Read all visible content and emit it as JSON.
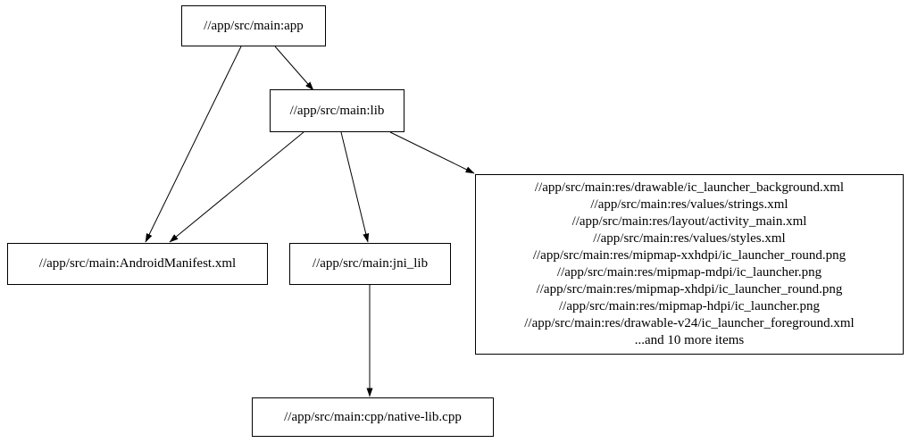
{
  "diagram": {
    "type": "dependency-graph",
    "background_color": "#ffffff",
    "node_border_color": "#000000",
    "text_color": "#000000",
    "edge_color": "#000000",
    "nodes": {
      "app": {
        "label": "//app/src/main:app"
      },
      "lib": {
        "label": "//app/src/main:lib"
      },
      "manifest": {
        "label": "//app/src/main:AndroidManifest.xml"
      },
      "jni_lib": {
        "label": "//app/src/main:jni_lib"
      },
      "native_cpp": {
        "label": "//app/src/main:cpp/native-lib.cpp"
      },
      "res_group": {
        "lines": [
          "//app/src/main:res/drawable/ic_launcher_background.xml",
          "//app/src/main:res/values/strings.xml",
          "//app/src/main:res/layout/activity_main.xml",
          "//app/src/main:res/values/styles.xml",
          "//app/src/main:res/mipmap-xxhdpi/ic_launcher_round.png",
          "//app/src/main:res/mipmap-mdpi/ic_launcher.png",
          "//app/src/main:res/mipmap-xhdpi/ic_launcher_round.png",
          "//app/src/main:res/mipmap-hdpi/ic_launcher.png",
          "//app/src/main:res/drawable-v24/ic_launcher_foreground.xml",
          "...and 10 more items"
        ]
      }
    },
    "edges": [
      {
        "from": "//app/src/main:app",
        "to": "//app/src/main:lib"
      },
      {
        "from": "//app/src/main:app",
        "to": "//app/src/main:AndroidManifest.xml"
      },
      {
        "from": "//app/src/main:lib",
        "to": "//app/src/main:AndroidManifest.xml"
      },
      {
        "from": "//app/src/main:lib",
        "to": "//app/src/main:jni_lib"
      },
      {
        "from": "//app/src/main:lib",
        "to": "res_group"
      },
      {
        "from": "//app/src/main:jni_lib",
        "to": "//app/src/main:cpp/native-lib.cpp"
      }
    ]
  }
}
